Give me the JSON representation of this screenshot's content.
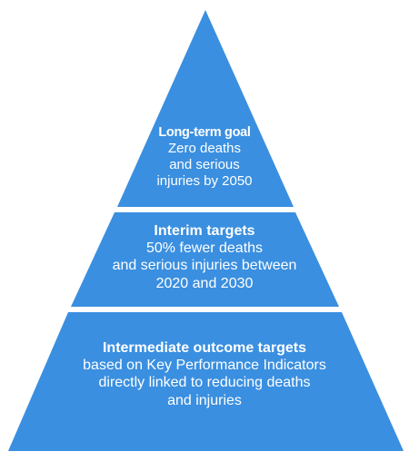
{
  "colors": {
    "tier_fill": "#3a8fe0",
    "text": "#ffffff",
    "background": "#ffffff"
  },
  "tiers": [
    {
      "title": "Long-term goal",
      "lines": [
        "Zero deaths",
        "and serious",
        "injuries by 2050"
      ]
    },
    {
      "title": "Interim targets",
      "lines": [
        "50% fewer deaths",
        "and serious injuries between",
        "2020 and 2030"
      ]
    },
    {
      "title": "Intermediate outcome targets",
      "lines": [
        "based on Key Performance Indicators",
        "directly linked to reducing deaths",
        "and injuries"
      ]
    }
  ]
}
